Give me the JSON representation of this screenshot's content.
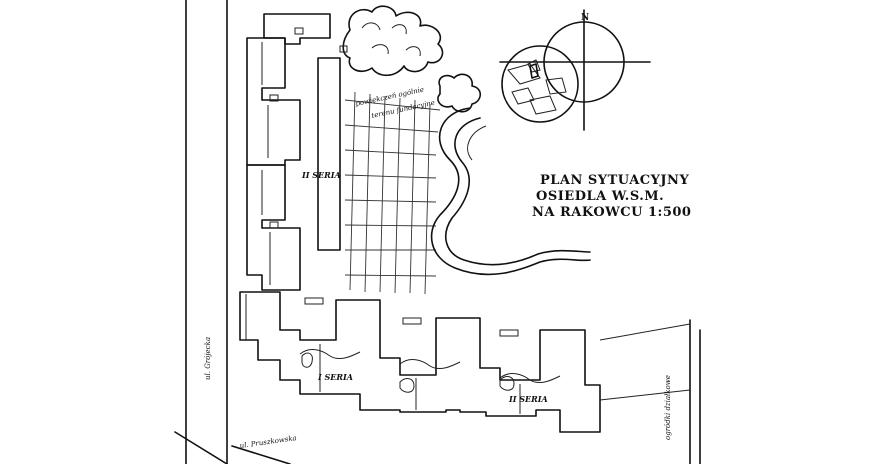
{
  "title_lines": [
    "PLAN SYTUACYJNY",
    "OSIEDLA W.S.M.",
    "NA RAKOWCU 1:500"
  ],
  "north_label": "N",
  "series_labels": {
    "seria_ii": "II SERIA",
    "seria_i": "I SERIA",
    "seria_ii_south": "II SERIA"
  },
  "handwritten": {
    "park_note_line1": "powiękczeń ogólnie",
    "park_note_line2": "terenu fundacyjne",
    "street_left": "ul. Grójecka",
    "street_bottom": "ul. Pruszkowska",
    "street_right": "ogródki działkowe"
  }
}
